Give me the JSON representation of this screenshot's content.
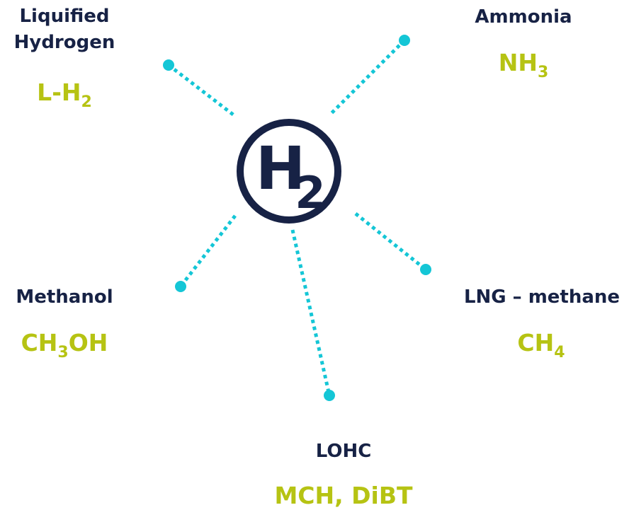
{
  "center": {
    "symbol": "H",
    "subscript": "2"
  },
  "carriers": {
    "liquified_hydrogen": {
      "name_line1": "Liquified",
      "name_line2": "Hydrogen",
      "formula": "L-H",
      "formula_sub": "2"
    },
    "ammonia": {
      "name": "Ammonia",
      "formula": "NH",
      "formula_sub": "3"
    },
    "methanol": {
      "name": "Methanol",
      "formula_a": "CH",
      "formula_sub": "3",
      "formula_b": "OH"
    },
    "lng": {
      "name": "LNG – methane",
      "formula": "CH",
      "formula_sub": "4"
    },
    "lohc": {
      "name": "LOHC",
      "formula": "MCH, DiBT"
    }
  },
  "colors": {
    "navy": "#172245",
    "cyan": "#14c6d6",
    "lime": "#b6c313"
  }
}
